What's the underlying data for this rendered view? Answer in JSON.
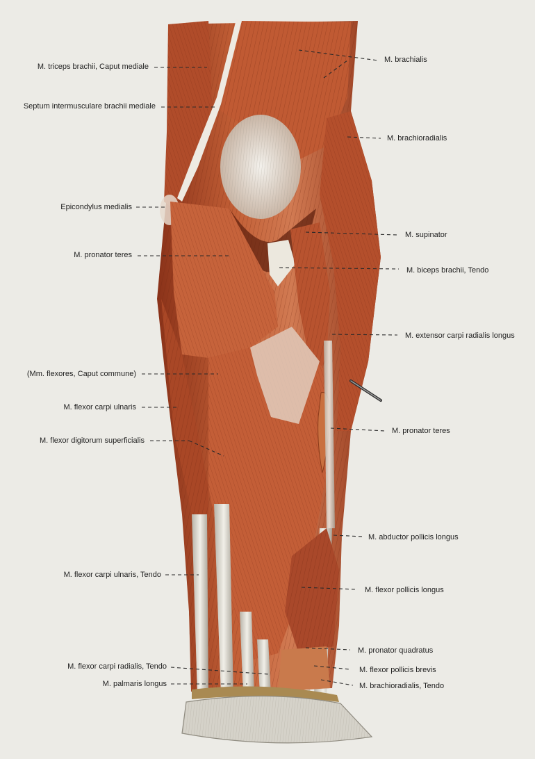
{
  "labels": {
    "left": [
      "M. triceps brachii, Caput mediale",
      "Septum intermusculare brachii mediale",
      "Epicondylus medialis",
      "M. pronator teres",
      "(Mm. flexores, Caput commune)",
      "M. flexor carpi ulnaris",
      "M. flexor digitorum superficialis",
      "M. flexor carpi ulnaris, Tendo",
      "M. flexor carpi radialis, Tendo",
      "M. palmaris longus"
    ],
    "right": [
      "M. brachialis",
      "M. brachioradialis",
      "M. supinator",
      "M. biceps brachii, Tendo",
      "M. extensor carpi radialis longus",
      "M. pronator teres",
      "M. abductor pollicis longus",
      "M. flexor pollicis longus",
      "M. pronator quadratus",
      "M. flexor pollicis brevis",
      "M. brachioradialis, Tendo"
    ]
  },
  "colors": {
    "background": "#ecebe6",
    "muscle": "#b9532e",
    "muscle_dark": "#7e2d17",
    "muscle_light": "#d9825a",
    "tendon": "#dedbd2",
    "tendon_shadow": "#a9a69c",
    "bone": "#d6d3c9",
    "text": "#1e1e1e"
  }
}
